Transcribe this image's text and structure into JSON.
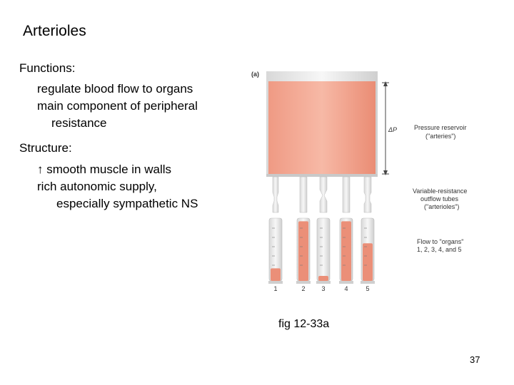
{
  "slide": {
    "title": "Arterioles",
    "functions_heading": "Functions:",
    "functions": [
      "regulate blood flow to organs",
      "main component of peripheral",
      "resistance"
    ],
    "structure_heading": "Structure:",
    "structure_arrow": "↑",
    "structure": [
      "smooth muscle in walls",
      "rich autonomic supply,",
      "especially sympathetic NS"
    ],
    "caption": "fig 12-33a",
    "page_number": "37"
  },
  "figure": {
    "panel_label": "(a)",
    "delta_p": "ΔP",
    "reservoir_label": [
      "Pressure reservoir",
      "(\"arteries\")"
    ],
    "tubes_label": [
      "Variable-resistance",
      "outflow tubes",
      "(\"arterioles\")"
    ],
    "flow_label": [
      "Flow to \"organs\"",
      "1, 2, 3, 4, and 5"
    ],
    "organ_numbers": [
      "1",
      "2",
      "3",
      "4",
      "5"
    ],
    "cylinder_fill_fraction": [
      0.2,
      0.95,
      0.08,
      0.95,
      0.6
    ],
    "colors": {
      "fluid": "#eb8f78",
      "fluid_light": "#f7c3b4",
      "glass": "#e6e6e6"
    }
  }
}
